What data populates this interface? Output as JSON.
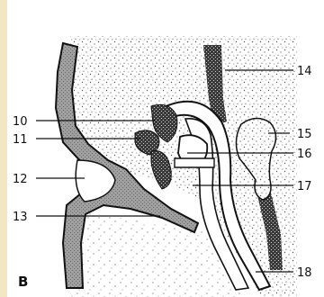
{
  "figure": {
    "panel_letter": "B",
    "labels": {
      "l10": "10",
      "l11": "11",
      "l12": "12",
      "l13": "13",
      "l14": "14",
      "l15": "15",
      "l16": "16",
      "l17": "17",
      "l18": "18"
    }
  },
  "colors": {
    "background": "#ffffff",
    "left_border": "#f3e6c2",
    "stipple": "#555555",
    "cartilage_gray": "#9a9a9a",
    "dark_hatch": "#2b2b2b",
    "outline": "#111111"
  }
}
